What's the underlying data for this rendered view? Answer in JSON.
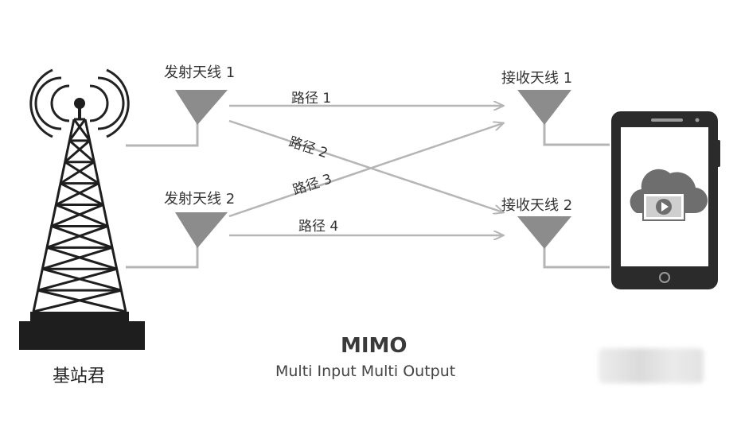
{
  "colors": {
    "line": "#b5b5b5",
    "antenna": "#8c8c8c",
    "tower": "#1e1e1e",
    "phone": "#2b2b2b",
    "text": "#333333"
  },
  "tx_antennas": [
    {
      "label": "发射天线 1"
    },
    {
      "label": "发射天线 2"
    }
  ],
  "rx_antennas": [
    {
      "label": "接收天线 1"
    },
    {
      "label": "接收天线 2"
    }
  ],
  "paths": [
    {
      "label": "路径 1",
      "from": "发射天线 1",
      "to": "接收天线 1"
    },
    {
      "label": "路径 2",
      "from": "发射天线 1",
      "to": "接收天线 2"
    },
    {
      "label": "路径 3",
      "from": "发射天线 2",
      "to": "接收天线 1"
    },
    {
      "label": "路径 4",
      "from": "发射天线 2",
      "to": "接收天线 2"
    }
  ],
  "base_station": {
    "label": "基站君",
    "icon": "cell-tower-icon"
  },
  "device": {
    "icon": "smartphone-icon",
    "screen_icon": "cloud-video-icon"
  },
  "caption": {
    "title": "MIMO",
    "subtitle": "Multi Input Multi Output"
  }
}
